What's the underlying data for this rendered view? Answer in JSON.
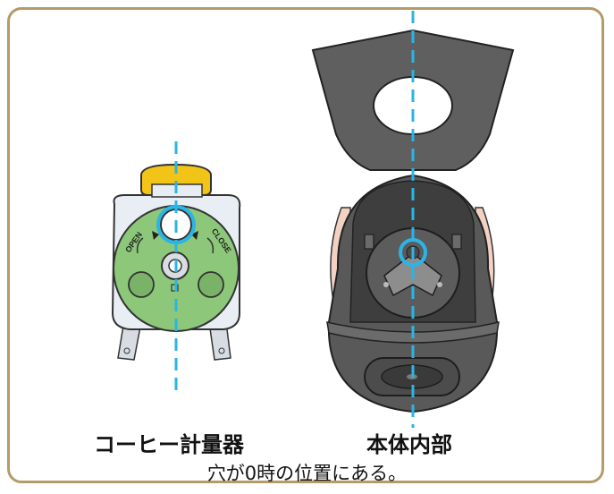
{
  "labels": {
    "coffee_measure": "コーヒー計量器",
    "body_interior": "本体内部",
    "caption": "穴が0時の位置にある。"
  },
  "dial_text": {
    "open": "OPEN",
    "close": "CLOSE"
  },
  "colors": {
    "frame_border": "#b59a6a",
    "guide_line": "#2bb5e6",
    "dial_green": "#8cc77a",
    "cap_yellow": "#f2c418",
    "housing_gray": "#5a5a5a",
    "shell_pink": "#f3d2c4"
  }
}
